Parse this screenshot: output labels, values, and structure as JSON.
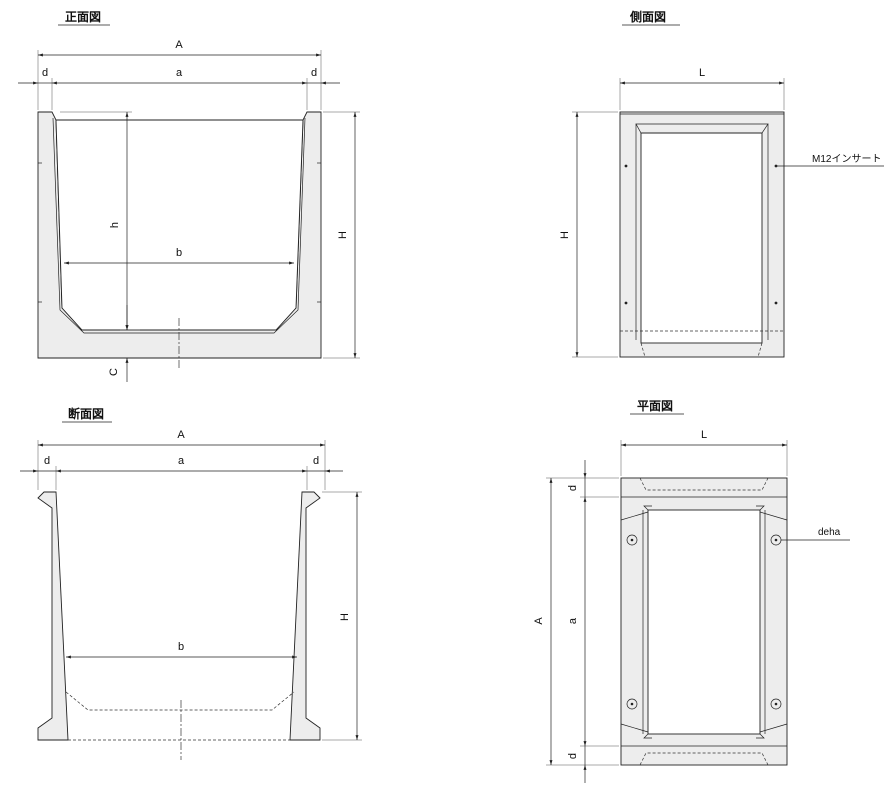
{
  "views": {
    "front": {
      "title": "正面図"
    },
    "side": {
      "title": "側面図"
    },
    "section": {
      "title": "断面図"
    },
    "plan": {
      "title": "平面図"
    }
  },
  "dimensions": {
    "A": "A",
    "a": "a",
    "b": "b",
    "d": "d",
    "h": "h",
    "H": "H",
    "C": "C",
    "L": "L"
  },
  "notes": {
    "insert": "M12インサート",
    "deha": "deha"
  }
}
